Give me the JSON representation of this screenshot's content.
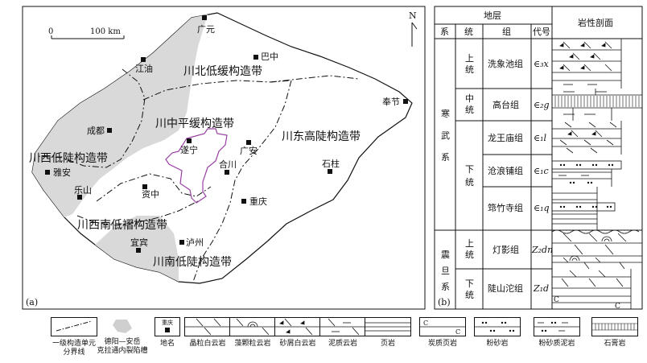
{
  "map": {
    "panel_label": "(a)",
    "north": "N",
    "scale": {
      "start": "0",
      "end": "100 km"
    },
    "regions": [
      {
        "id": "chuanbei",
        "label": "川北低缓构造带"
      },
      {
        "id": "chuanzhong",
        "label": "川中平缓构造带"
      },
      {
        "id": "chuandong",
        "label": "川东高陡构造带"
      },
      {
        "id": "chuanxi",
        "label": "川西低陡构造带"
      },
      {
        "id": "chuanxinan",
        "label": "川西南低褶构造带"
      },
      {
        "id": "chuannan",
        "label": "川南低陡构造带"
      }
    ],
    "cities": [
      {
        "id": "guangyuan",
        "name": "广元"
      },
      {
        "id": "bazhong",
        "name": "巴中"
      },
      {
        "id": "jiangyou",
        "name": "江油"
      },
      {
        "id": "fengjie",
        "name": "奉节"
      },
      {
        "id": "chengdu",
        "name": "成都"
      },
      {
        "id": "suining",
        "name": "遂宁"
      },
      {
        "id": "guangan",
        "name": "广安"
      },
      {
        "id": "hechuan",
        "name": "合川"
      },
      {
        "id": "shizhu",
        "name": "石柱"
      },
      {
        "id": "yaan",
        "name": "雅安"
      },
      {
        "id": "leshan",
        "name": "乐山"
      },
      {
        "id": "zizhong",
        "name": "资中"
      },
      {
        "id": "chongqing",
        "name": "重庆"
      },
      {
        "id": "yibin",
        "name": "宜宾"
      },
      {
        "id": "luzhou",
        "name": "泸州"
      }
    ]
  },
  "column": {
    "panel_label": "(b)",
    "header": {
      "stratum": "地层",
      "system": "系",
      "series": "统",
      "formation": "组",
      "code": "代号",
      "profile": "岩性剖面"
    },
    "systems": [
      {
        "chars": [
          "寒",
          "武",
          "系"
        ]
      },
      {
        "chars": [
          "震",
          "旦",
          "系"
        ]
      }
    ],
    "series": [
      {
        "chars": [
          "上",
          "统"
        ]
      },
      {
        "chars": [
          "中",
          "统"
        ]
      },
      {
        "chars": [
          "下",
          "统"
        ]
      },
      {
        "chars": [
          "上",
          "统"
        ]
      },
      {
        "chars": [
          "下",
          "统"
        ]
      }
    ],
    "formations": [
      {
        "name": "洗象池组",
        "code": "∈₃x"
      },
      {
        "name": "高台组",
        "code": "∈₂g"
      },
      {
        "name": "龙王庙组",
        "code": "∈₁l"
      },
      {
        "name": "沧浪铺组",
        "code": "∈₁c"
      },
      {
        "name": "筇竹寺组",
        "code": "∈₁q"
      },
      {
        "name": "灯影组",
        "code": "Z₂dn"
      },
      {
        "name": "陡山沱组",
        "code": "Z₁d"
      }
    ]
  },
  "legend": [
    {
      "id": "boundary",
      "label": [
        "一级构造单元",
        "分界线"
      ]
    },
    {
      "id": "rift",
      "label": [
        "德阳—安岳",
        "克拉通内裂陷槽"
      ]
    },
    {
      "id": "place",
      "sample": "重庆",
      "label": [
        "地名"
      ]
    },
    {
      "id": "grain_dolomite",
      "label": [
        "晶粒白云岩"
      ]
    },
    {
      "id": "algal_dolomite",
      "label": [
        "藻颗粒云岩"
      ]
    },
    {
      "id": "sandy_dolomite",
      "label": [
        "砂屑白云岩"
      ]
    },
    {
      "id": "muddy_dolomite",
      "label": [
        "泥质云岩"
      ]
    },
    {
      "id": "shale",
      "label": [
        "页岩"
      ]
    },
    {
      "id": "carb_shale",
      "label": [
        "炭质页岩"
      ]
    },
    {
      "id": "siltstone",
      "label": [
        "粉砂岩"
      ]
    },
    {
      "id": "silty_mud",
      "label": [
        "粉砂质泥岩"
      ]
    },
    {
      "id": "gypsum",
      "label": [
        "石膏岩"
      ]
    }
  ]
}
